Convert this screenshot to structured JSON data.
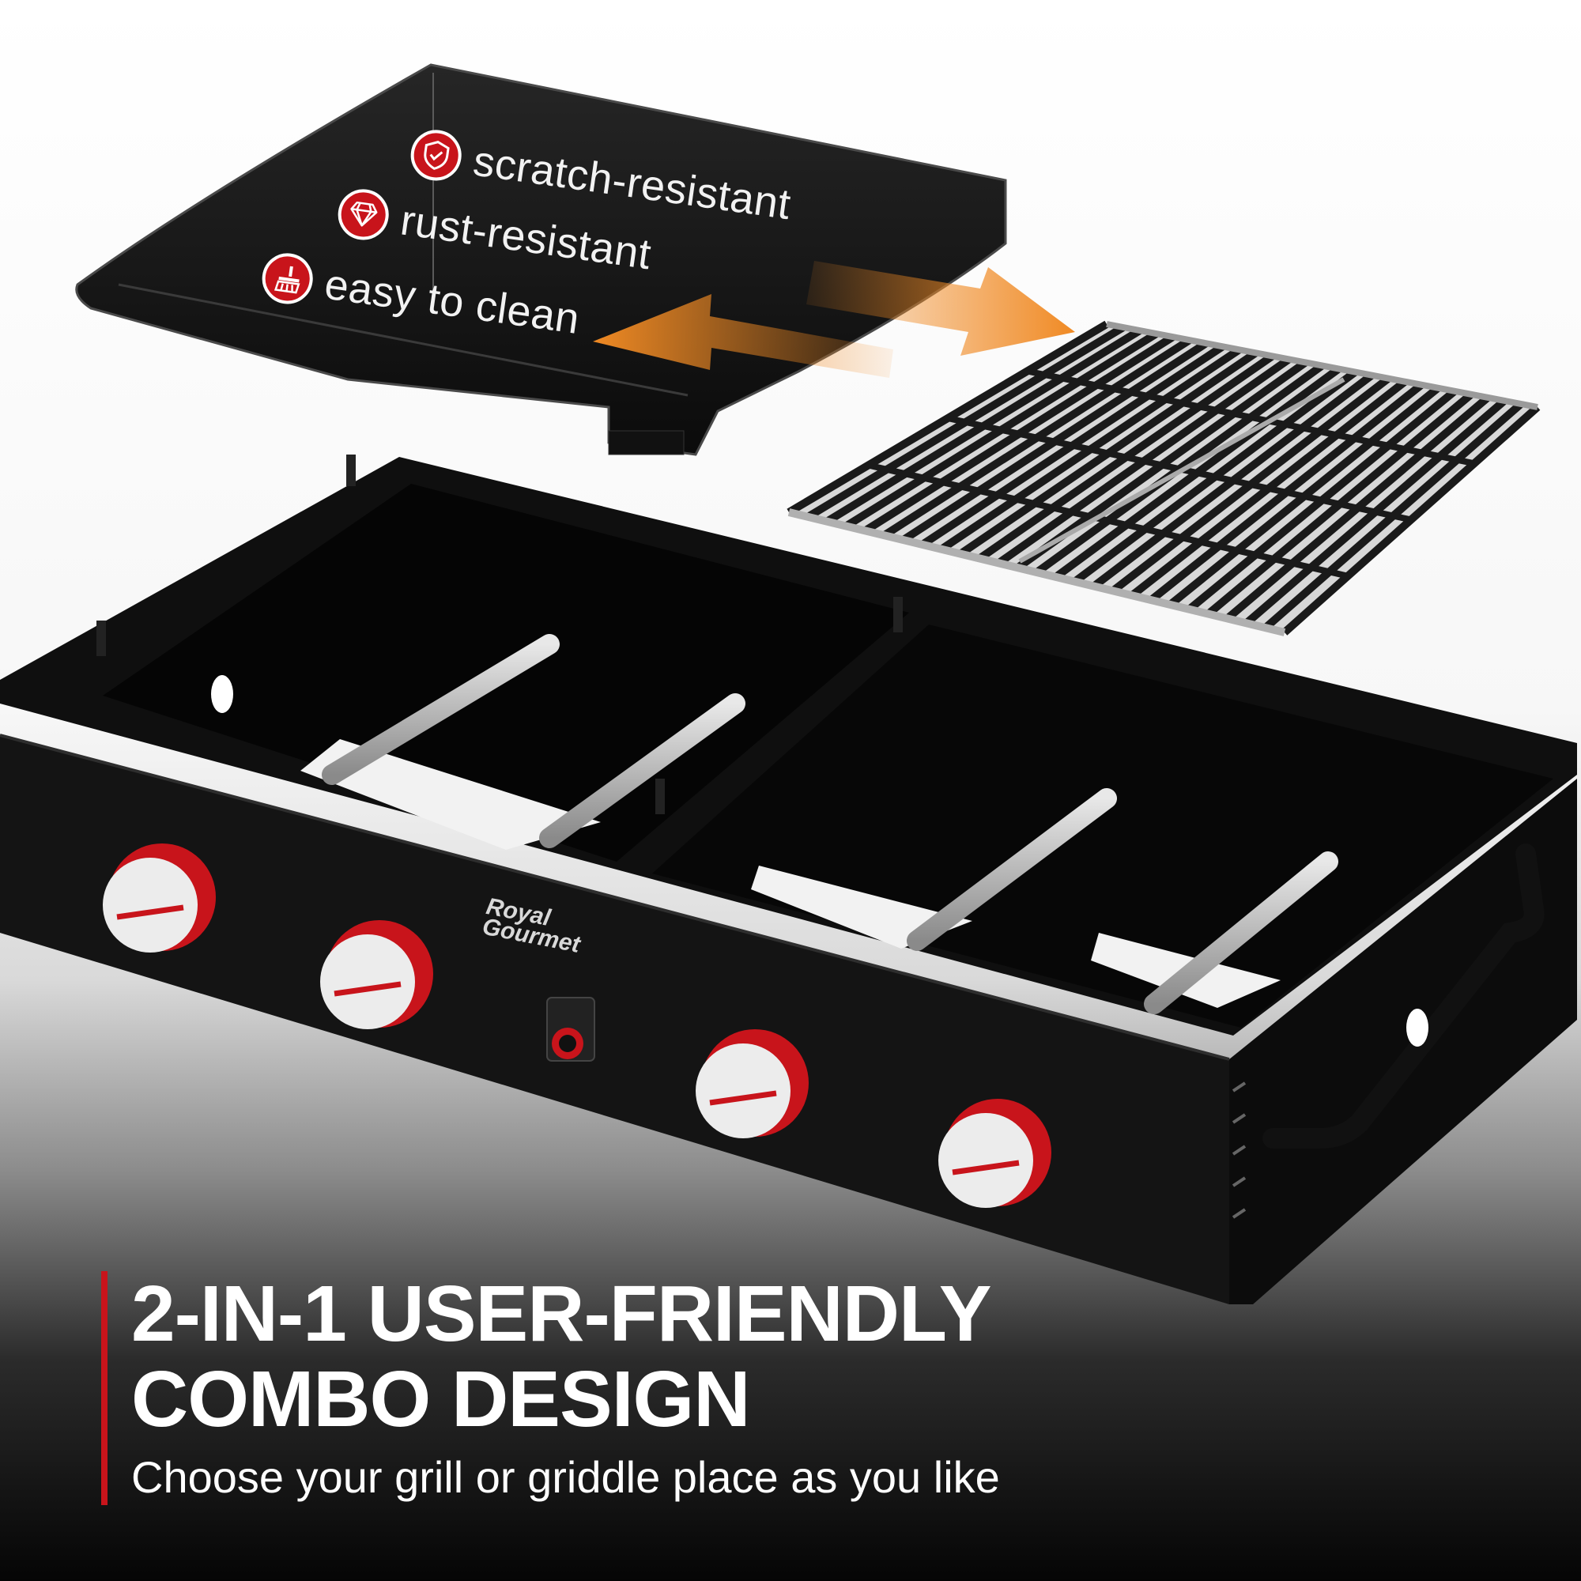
{
  "features": [
    {
      "label": "scratch-resistant",
      "icon": "shield-check-icon"
    },
    {
      "label": "rust-resistant",
      "icon": "diamond-icon"
    },
    {
      "label": "easy to clean",
      "icon": "cleaning-brush-icon"
    }
  ],
  "brand": {
    "line1": "Royal",
    "line2": "Gourmet"
  },
  "headline": {
    "line1": "2-IN-1 USER-FRIENDLY",
    "line2": "COMBO DESIGN"
  },
  "subheadline": "Choose your grill or griddle place as you like",
  "colors": {
    "accent": "#c8141b",
    "arrow": "#f08a24",
    "body": "#151515",
    "knob": "#c8141b"
  }
}
